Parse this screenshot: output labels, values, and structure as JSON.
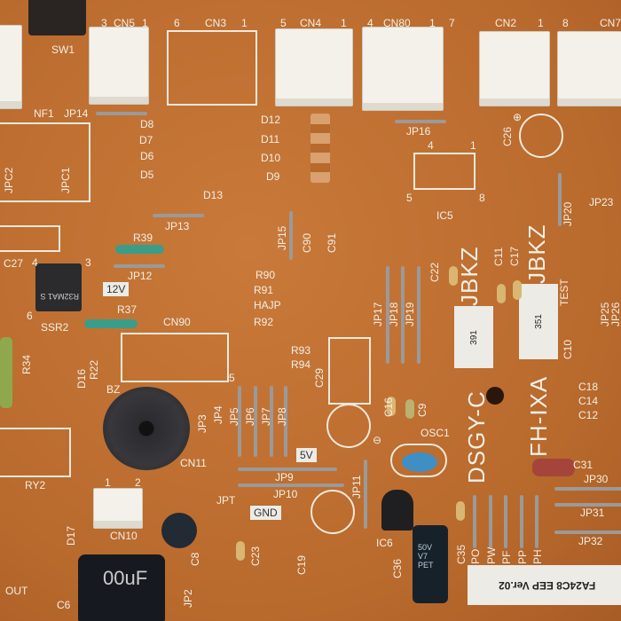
{
  "board": {
    "color": "#b8692c",
    "silkscreen": "#f2efe6"
  },
  "labels": {
    "sw1": "SW1",
    "cn5_l": "3",
    "cn5": "CN5",
    "cn5_r": "1",
    "cn3_l": "6",
    "cn3": "CN3",
    "cn3_r": "1",
    "cn4_l": "5",
    "cn4": "CN4",
    "cn4_r": "1",
    "cn80_l": "4",
    "cn80": "CN80",
    "cn80_r": "1",
    "cn2_l": "7",
    "cn2": "CN2",
    "cn2_r": "1",
    "cn7_l": "8",
    "cn7": "CN7",
    "nf1": "NF1",
    "jp14": "JP14",
    "jpc2": "JPC2",
    "jpc1": "JPC1",
    "d8": "D8",
    "d7": "D7",
    "d6": "D6",
    "d5": "D5",
    "d13": "D13",
    "jp13": "JP13",
    "d12": "D12",
    "d11": "D11",
    "d10": "D10",
    "d9": "D9",
    "jp16": "JP16",
    "ic5_4": "4",
    "ic5_1": "1",
    "ic5_5": "5",
    "ic5_8": "8",
    "ic5": "IC5",
    "c26": "C26",
    "jp20": "JP20",
    "jp23": "JP23",
    "c27": "C27",
    "r39": "R39",
    "jp12": "JP12",
    "v12": "12V",
    "ssr2_4": "4",
    "ssr2_3": "3",
    "ssr2": "SSR2",
    "r37": "R37",
    "ssr2_6": "6",
    "jp15": "JP15",
    "c90": "C90",
    "c91": "C91",
    "r90": "R90",
    "r91": "R91",
    "hajp": "HAJP",
    "r92": "R92",
    "cn90": "CN90",
    "r93": "R93",
    "r94": "R94",
    "cn90_5": "5",
    "c22": "C22",
    "c11": "C11",
    "c17": "C17",
    "jbkz1": "JBKZ",
    "jbkz2": "JBKZ",
    "test": "TEST",
    "jp17": "JP17",
    "jp18": "JP18",
    "jp19": "JP19",
    "chip1": "391",
    "chip2": "351",
    "c10": "C10",
    "jp25": "JP25",
    "jp26": "JP26",
    "r34": "R34",
    "d16": "D16",
    "r22": "R22",
    "bz": "BZ",
    "jp3": "JP3",
    "jp4": "JP4",
    "jp5": "JP5",
    "jp6": "JP6",
    "jp7": "JP7",
    "jp8": "JP8",
    "c29": "C29",
    "c16": "C16",
    "c9": "C9",
    "osc1": "OSC1",
    "dsgy": "DSGY-C",
    "fhixa": "FH-IXA",
    "c18": "C18",
    "c14": "C14",
    "c12": "C12",
    "c31": "C31",
    "jp30": "JP30",
    "jp31": "JP31",
    "jp32": "JP32",
    "v5": "5V",
    "jp9": "JP9",
    "jp10": "JP10",
    "ry2": "RY2",
    "cn11": "CN11",
    "jpt": "JPT",
    "gnd": "GND",
    "jp11": "JP11",
    "cn10_1": "1",
    "cn10_2": "2",
    "cn10": "CN10",
    "d17": "D17",
    "c8": "C8",
    "c23": "C23",
    "c19": "C19",
    "ic6": "IC6",
    "c36": "C36",
    "c35": "C35",
    "po": "PO",
    "pw": "PW",
    "pf": "PF",
    "pp": "PP",
    "ph": "PH",
    "out": "OUT",
    "c6": "C6",
    "jp2": "JP2",
    "plus": "⊕",
    "minus": "⊖"
  },
  "version_sticker": "FA24C8 EEP Ver.02",
  "ssr_marking": "R32MA1 S",
  "cap_marking": "50V V7 PET",
  "buzzer_marking": "BZ",
  "electrolytic_marking": "00uF"
}
